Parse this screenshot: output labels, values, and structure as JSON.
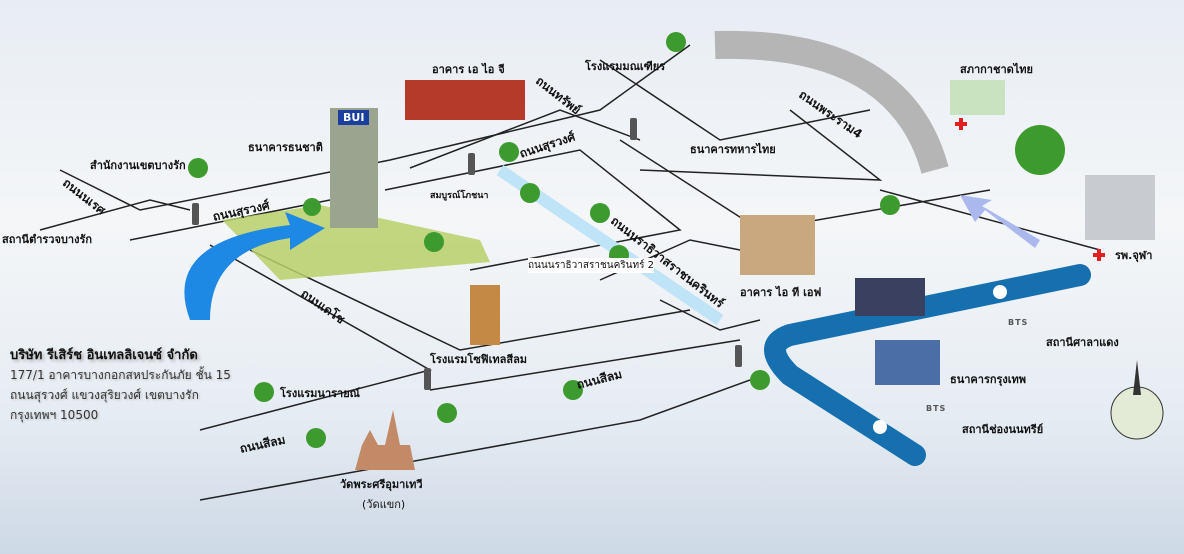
{
  "company": {
    "name": "บริษัท รีเสิร์ช อินเทลลิเจนซ์ จำกัด",
    "address_lines": [
      "177/1 อาคารบางกอกสหประกันภัย ชั้น 15",
      "ถนนสุรวงศ์ แขวงสุริยวงศ์ เขตบางรัก",
      "กรุงเทพฯ 10500"
    ]
  },
  "building_sign": "BUI",
  "roads": {
    "naret": "ถนนนเรศ",
    "surawong_west": "ถนนสุรวงศ์",
    "surawong_east": "ถนนสุรวงศ์",
    "sap": "ถนนทรัพย์",
    "rama4": "ถนนพระราม4",
    "narathiwat": "ถนนนราธิวาสราชนครินทร์",
    "narathiwat2": "ถนนนราธิวาสราชนครินทร์ 2",
    "decho": "ถนนเดโช",
    "silom_west": "ถนนสีลม",
    "silom_east": "ถนนสีลม"
  },
  "places": {
    "thanachart": "ธนาคารธนชาติ",
    "bangrak_district": "สำนักงานเขตบางรัก",
    "bangrak_police": "สถานีตำรวจบางรัก",
    "aig": "อาคาร เอ ไอ จี",
    "montien": "โรงแรมมณเฑียร",
    "tmb": "ธนาคารทหารไทย",
    "somboon": "สมบูรณ์โภชนา",
    "red_cross": "สภากาชาดไทย",
    "chula_hospital": "รพ.จุฬา",
    "itf": "อาคาร ไอ ที เอฟ",
    "sofitel": "โรงแรมโซฟิเทลสีลม",
    "narai": "โรงแรมนารายณ์",
    "wat_khaek": "วัดพระศรีอุมาเทวี",
    "wat_khaek_alt": "(วัดแขก)",
    "bangkok_bank": "ธนาคารกรุงเทพ",
    "sala_daeng": "สถานีศาลาแดง",
    "chong_nonsi": "สถานีช่องนนทรีย์"
  },
  "bts_logo_text": "BTS",
  "colors": {
    "bts_line": "#1670b0",
    "arrow": "#1e88e5",
    "park": "#b8cf6a",
    "red_cross": "#e02020"
  }
}
